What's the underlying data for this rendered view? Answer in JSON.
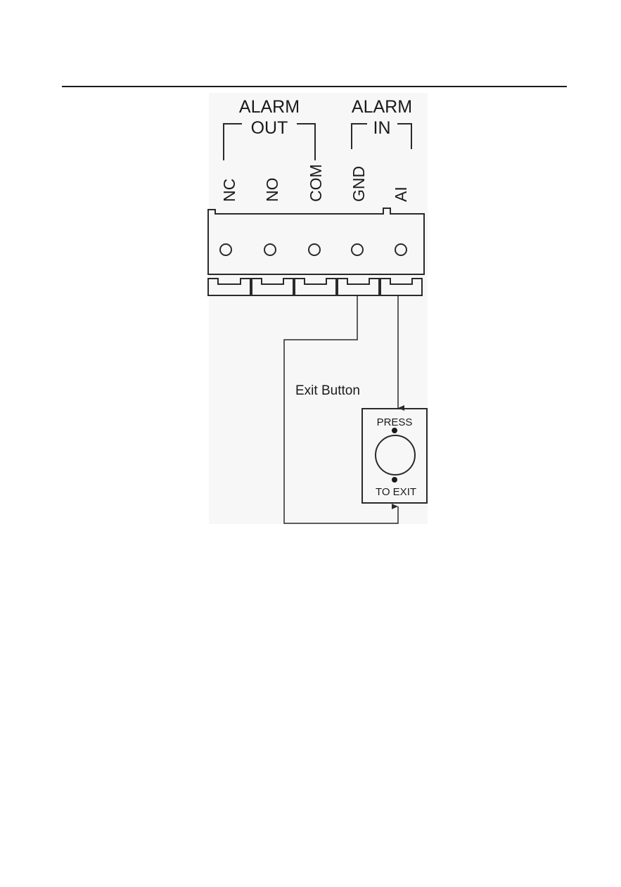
{
  "diagram": {
    "groups": {
      "alarm_out": {
        "line1": "ALARM",
        "line2": "OUT"
      },
      "alarm_in": {
        "line1": "ALARM",
        "line2": "IN"
      }
    },
    "pins": [
      "NC",
      "NO",
      "COM",
      "GND",
      "AI"
    ],
    "exit_button": {
      "label": "Exit Button",
      "top_text": "PRESS",
      "bottom_text": "TO EXIT"
    },
    "colors": {
      "line": "#2a2a2a",
      "text": "#1a1a1a",
      "figure_background": "#f7f7f7"
    }
  }
}
